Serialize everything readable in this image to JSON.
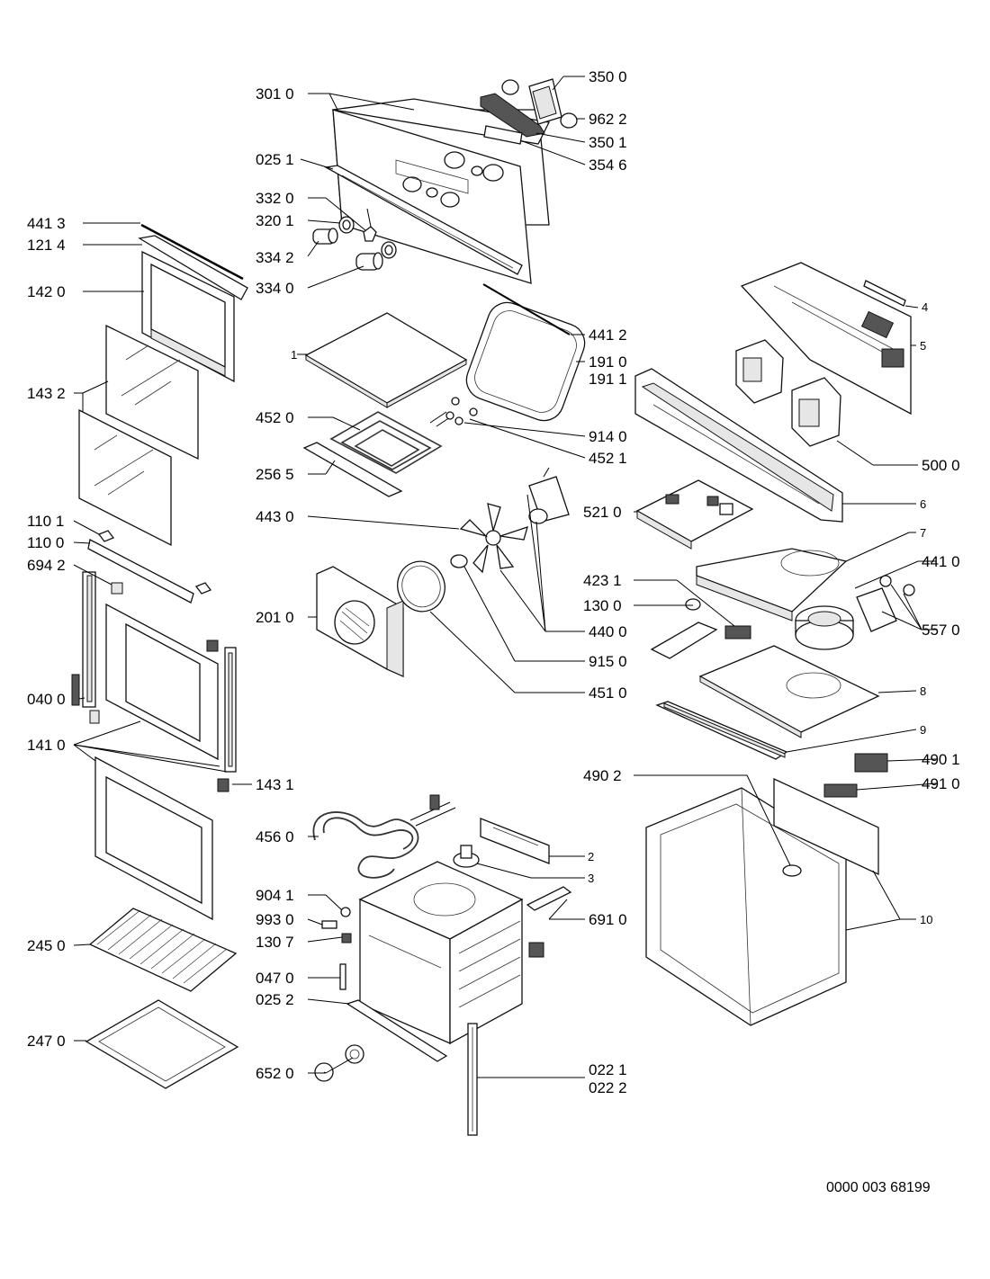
{
  "labels": {
    "l3010": "301 0",
    "l0251": "025 1",
    "l3320": "332 0",
    "l3201": "320 1",
    "l3342": "334 2",
    "l3340": "334 0",
    "l3500": "350 0",
    "l9622": "962 2",
    "l3501": "350 1",
    "l3546": "354 6",
    "l4413": "441 3",
    "l1214": "121 4",
    "l1420": "142 0",
    "l1432": "143 2",
    "l1101": "110 1",
    "l1100": "110 0",
    "l6942": "694 2",
    "l0400": "040 0",
    "l1410": "141 0",
    "l1431": "143 1",
    "l2450": "245 0",
    "l2470": "247 0",
    "l1": "1",
    "l4520": "452 0",
    "l2565": "256 5",
    "l4430": "443 0",
    "l2010": "201 0",
    "l4412": "441 2",
    "l1910": "191 0",
    "l1911": "191 1",
    "l9140": "914 0",
    "l4521": "452 1",
    "l5210": "521 0",
    "l4400": "440 0",
    "l9150": "915 0",
    "l4510": "451 0",
    "l4231": "423 1",
    "l1300": "130 0",
    "l4": "4",
    "l5": "5",
    "l5000": "500 0",
    "l6": "6",
    "l7": "7",
    "l4410": "441 0",
    "l5570": "557 0",
    "l8": "8",
    "l9": "9",
    "l4901": "490 1",
    "l4902": "490 2",
    "l4910": "491 0",
    "l10": "10",
    "l4560": "456 0",
    "l2": "2",
    "l3": "3",
    "l9041": "904 1",
    "l9930": "993 0",
    "l1307": "130 7",
    "l0470": "047 0",
    "l0252": "025 2",
    "l6910": "691 0",
    "l6520": "652 0",
    "l0221": "022 1",
    "l0222": "022 2"
  },
  "footer_code": "0000 003 68199"
}
